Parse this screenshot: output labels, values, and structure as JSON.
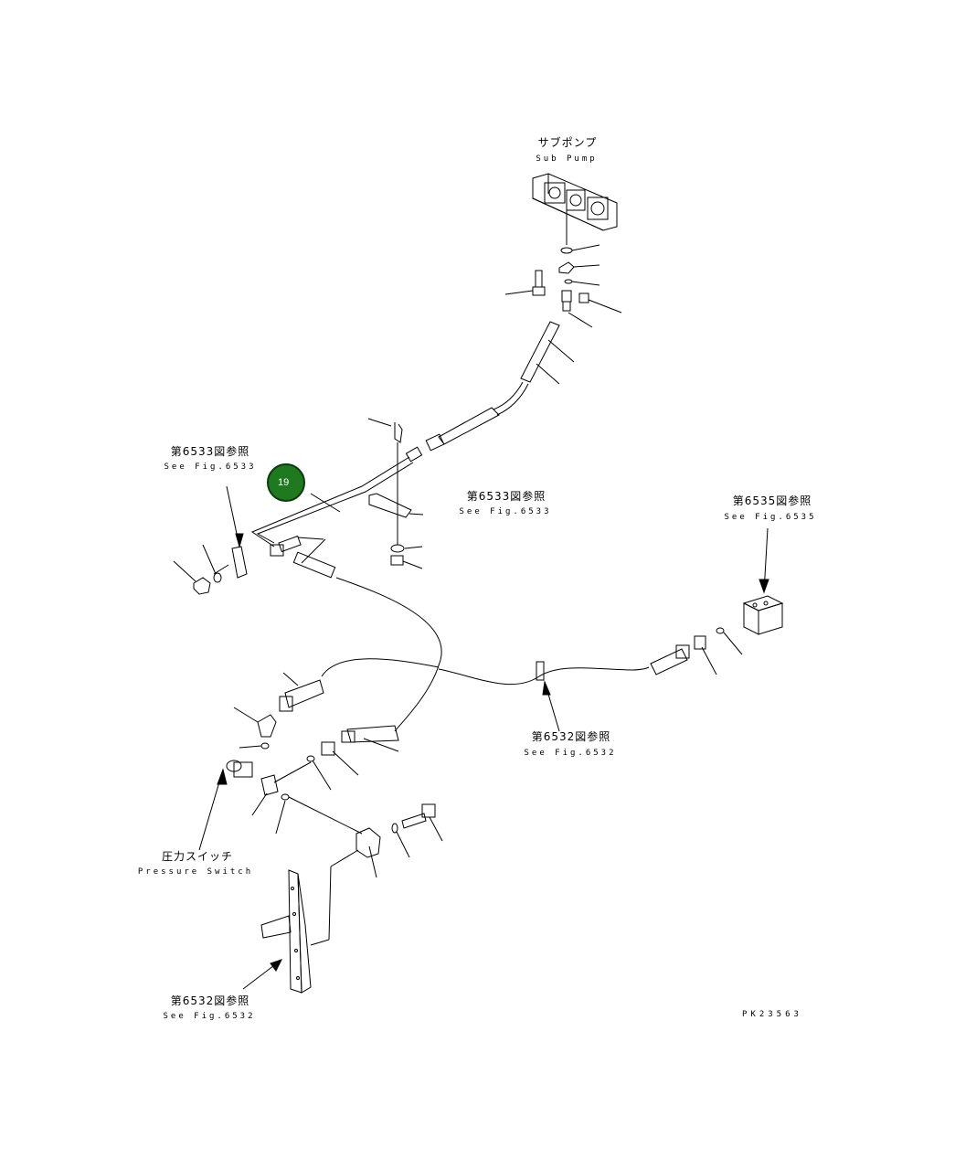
{
  "labels": {
    "sub_pump_jp": "サブポンプ",
    "sub_pump_en": "Sub Pump",
    "see6533_left_jp": "第6533図参照",
    "see6533_left_en": "See Fig.6533",
    "see6533_mid_jp": "第6533図参照",
    "see6533_mid_en": "See Fig.6533",
    "see6535_jp": "第6535図参照",
    "see6535_en": "See Fig.6535",
    "see6532_mid_jp": "第6532図参照",
    "see6532_mid_en": "See Fig.6532",
    "pressure_switch_jp": "圧力スイッチ",
    "pressure_switch_en": "Pressure Switch",
    "see6532_bottom_jp": "第6532図参照",
    "see6532_bottom_en": "See Fig.6532",
    "drawing_code": "PK23563"
  },
  "callout": {
    "number": "19",
    "fill": "#1f7a1f",
    "stroke": "#0d3b0d"
  }
}
